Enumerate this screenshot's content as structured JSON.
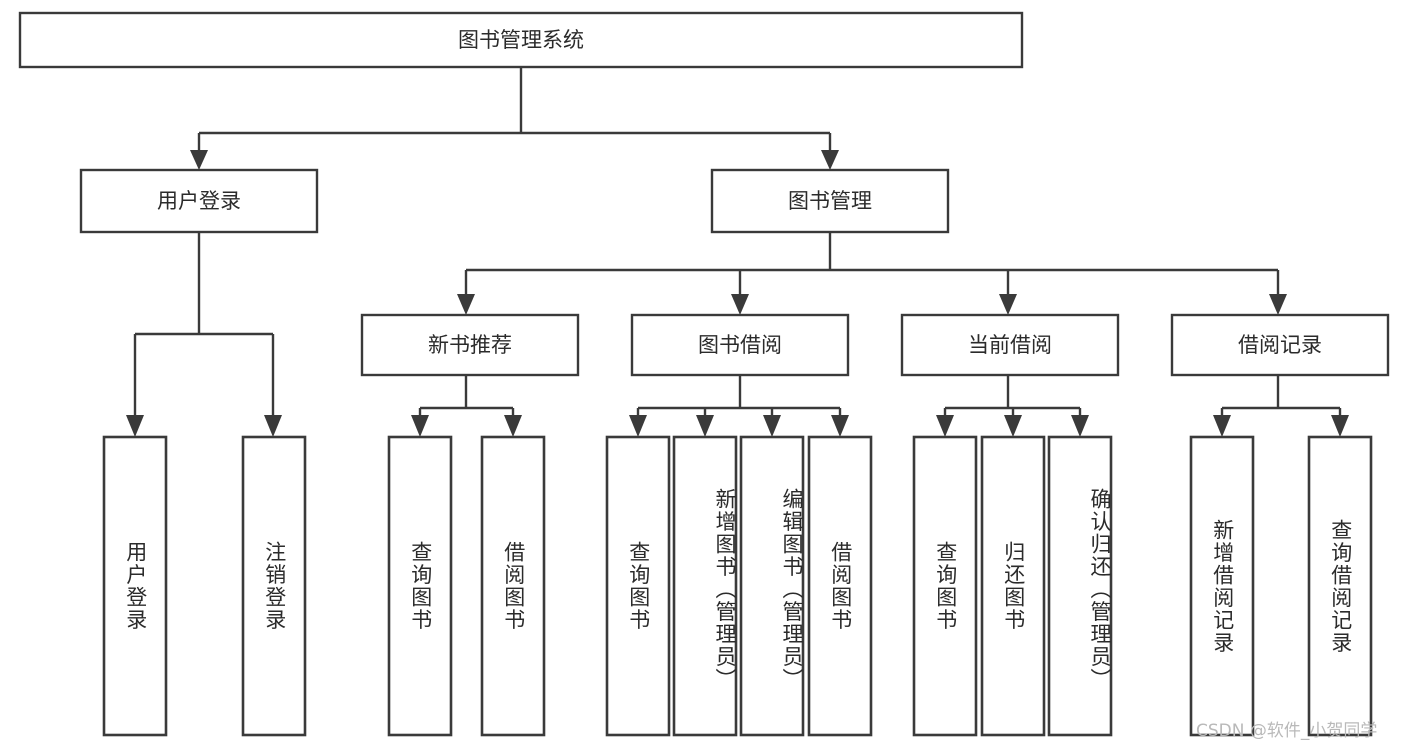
{
  "diagram": {
    "title": "图书管理系统",
    "type": "tree",
    "watermark": "CSDN @软件_小贺同学",
    "colors": {
      "stroke": "#3a3a3a",
      "box_fill": "#ffffff",
      "text": "#2b2b2b",
      "background": "#ffffff",
      "watermark": "#b9b9b9"
    },
    "root": {
      "id": "root",
      "label": "图书管理系统"
    },
    "level1": [
      {
        "id": "user-login",
        "label": "用户登录"
      },
      {
        "id": "book-management",
        "label": "图书管理"
      }
    ],
    "level2": [
      {
        "id": "new-book-recommend",
        "label": "新书推荐",
        "parent": "book-management"
      },
      {
        "id": "book-borrow",
        "label": "图书借阅",
        "parent": "book-management"
      },
      {
        "id": "current-borrow",
        "label": "当前借阅",
        "parent": "book-management"
      },
      {
        "id": "borrow-record",
        "label": "借阅记录",
        "parent": "book-management"
      }
    ],
    "leaves": [
      {
        "id": "leaf-user-login",
        "label": "用户登录",
        "parent": "user-login",
        "align": "center"
      },
      {
        "id": "leaf-logout-login",
        "label": "注销登录",
        "parent": "user-login",
        "align": "center"
      },
      {
        "id": "leaf-query-book-1",
        "label": "查询图书",
        "parent": "new-book-recommend",
        "align": "center"
      },
      {
        "id": "leaf-borrow-book-1",
        "label": "借阅图书",
        "parent": "new-book-recommend",
        "align": "center"
      },
      {
        "id": "leaf-query-book-2",
        "label": "查询图书",
        "parent": "book-borrow",
        "align": "center"
      },
      {
        "id": "leaf-add-book",
        "label": "新增图书（管理员）",
        "parent": "book-borrow",
        "align": "top"
      },
      {
        "id": "leaf-edit-book",
        "label": "编辑图书（管理员）",
        "parent": "book-borrow",
        "align": "top"
      },
      {
        "id": "leaf-borrow-book-2",
        "label": "借阅图书",
        "parent": "book-borrow",
        "align": "center"
      },
      {
        "id": "leaf-query-book-3",
        "label": "查询图书",
        "parent": "current-borrow",
        "align": "center"
      },
      {
        "id": "leaf-return-book",
        "label": "归还图书",
        "parent": "current-borrow",
        "align": "center"
      },
      {
        "id": "leaf-confirm-return",
        "label": "确认归还（管理员）",
        "parent": "current-borrow",
        "align": "top"
      },
      {
        "id": "leaf-add-record",
        "label": "新增借阅记录",
        "parent": "borrow-record",
        "align": "center"
      },
      {
        "id": "leaf-query-record",
        "label": "查询借阅记录",
        "parent": "borrow-record",
        "align": "center"
      }
    ]
  }
}
